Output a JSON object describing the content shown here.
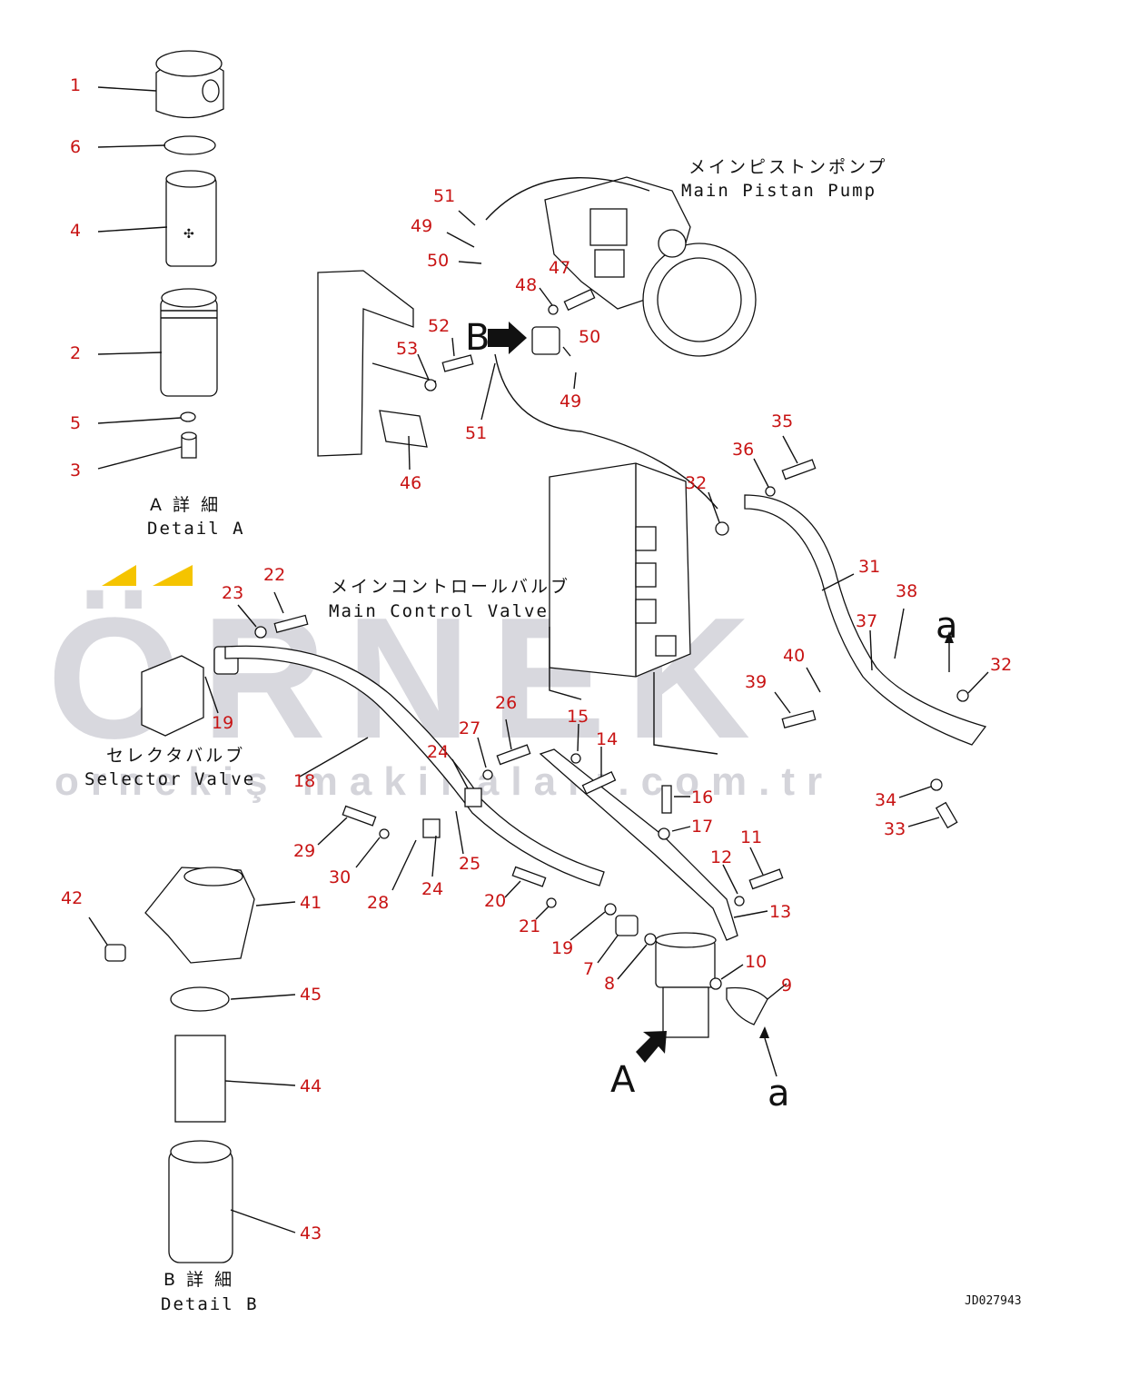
{
  "watermark": {
    "brand": "ÖRNEK",
    "site": "ornekiş makinaları.com.tr",
    "accent_color": "#f5c400"
  },
  "captions": {
    "detail_a_jp": "A 詳 細",
    "detail_a_en": "Detail A",
    "detail_b_jp": "B 詳 細",
    "detail_b_en": "Detail B",
    "pump_jp": "メインピストンポンプ",
    "pump_en": "Main Pistan Pump",
    "valve_jp": "メインコントロールバルブ",
    "valve_en": "Main Control Valve",
    "selector_jp": "セレクタバルブ",
    "selector_en": "Selector Valve",
    "arrow_a": "A",
    "arrow_b": "B",
    "ref_a_1": "a",
    "ref_a_2": "a",
    "drawing_code": "JD027943"
  },
  "callouts": [
    {
      "label": "1"
    },
    {
      "label": "6"
    },
    {
      "label": "4"
    },
    {
      "label": "2"
    },
    {
      "label": "5"
    },
    {
      "label": "3"
    },
    {
      "label": "51"
    },
    {
      "label": "49"
    },
    {
      "label": "50"
    },
    {
      "label": "48"
    },
    {
      "label": "47"
    },
    {
      "label": "52"
    },
    {
      "label": "53"
    },
    {
      "label": "50"
    },
    {
      "label": "49"
    },
    {
      "label": "51"
    },
    {
      "label": "46"
    },
    {
      "label": "35"
    },
    {
      "label": "36"
    },
    {
      "label": "32"
    },
    {
      "label": "31"
    },
    {
      "label": "38"
    },
    {
      "label": "37"
    },
    {
      "label": "32"
    },
    {
      "label": "40"
    },
    {
      "label": "39"
    },
    {
      "label": "34"
    },
    {
      "label": "33"
    },
    {
      "label": "22"
    },
    {
      "label": "23"
    },
    {
      "label": "19"
    },
    {
      "label": "18"
    },
    {
      "label": "26"
    },
    {
      "label": "27"
    },
    {
      "label": "15"
    },
    {
      "label": "14"
    },
    {
      "label": "24"
    },
    {
      "label": "16"
    },
    {
      "label": "17"
    },
    {
      "label": "11"
    },
    {
      "label": "12"
    },
    {
      "label": "13"
    },
    {
      "label": "29"
    },
    {
      "label": "30"
    },
    {
      "label": "28"
    },
    {
      "label": "24"
    },
    {
      "label": "25"
    },
    {
      "label": "20"
    },
    {
      "label": "21"
    },
    {
      "label": "19"
    },
    {
      "label": "7"
    },
    {
      "label": "8"
    },
    {
      "label": "10"
    },
    {
      "label": "9"
    },
    {
      "label": "42"
    },
    {
      "label": "41"
    },
    {
      "label": "45"
    },
    {
      "label": "44"
    },
    {
      "label": "43"
    }
  ]
}
